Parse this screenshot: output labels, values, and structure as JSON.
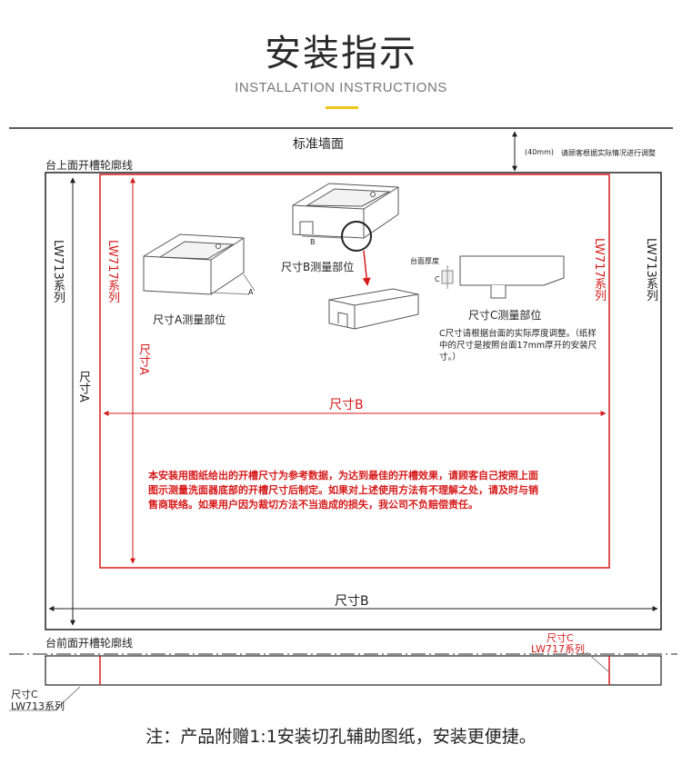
{
  "header": {
    "title": "安装指示",
    "subtitle": "INSTALLATION INSTRUCTIONS",
    "accent_color": "#f0c419"
  },
  "diagram": {
    "wall_label": "标准墙面",
    "wall_gap": "(40mm)",
    "wall_gap_note": "请顾客根据实际情况进行调整",
    "top_outline_label": "台上面开槽轮廓线",
    "front_outline_label": "台前面开槽轮廓线",
    "series_lw713_left": "LW713系列",
    "series_lw713_right": "LW713系列",
    "series_lw717_left": "LW717系列",
    "series_lw717_right": "LW717系列",
    "dim_a_black": "尺寸A",
    "dim_a_red": "尺寸A",
    "dim_b_red": "尺寸B",
    "dim_b_black": "尺寸B",
    "measure_a": "尺寸A测量部位",
    "measure_b": "尺寸B测量部位",
    "measure_c": "尺寸C测量部位",
    "letter_a": "A",
    "letter_b": "B",
    "letter_c": "C",
    "counter_thickness": "台面厚度",
    "note_c": "C尺寸请根据台面的实际厚度调整。（纸样中的尺寸是按照台面17mm厚开的安装尺寸。）",
    "main_note": "本安装用图纸给出的开槽尺寸为参考数据，为达到最佳的开槽效果，请顾客自己按照上面图示测量洗面器底部的开槽尺寸后制定。如果对上述使用方法有不理解之处，请及时与销售商联络。如果用户因为裁切方法不当造成的损失，我公司不负赔偿责任。",
    "front_dim_c_red": "尺寸C",
    "front_lw717": "LW717系列",
    "front_dim_c_black": "尺寸C",
    "front_lw713": "LW713系列",
    "red_color": "#d71a1a"
  },
  "footer": {
    "note": "注：产品附赠1:1安装切孔辅助图纸，安装更便捷。"
  }
}
